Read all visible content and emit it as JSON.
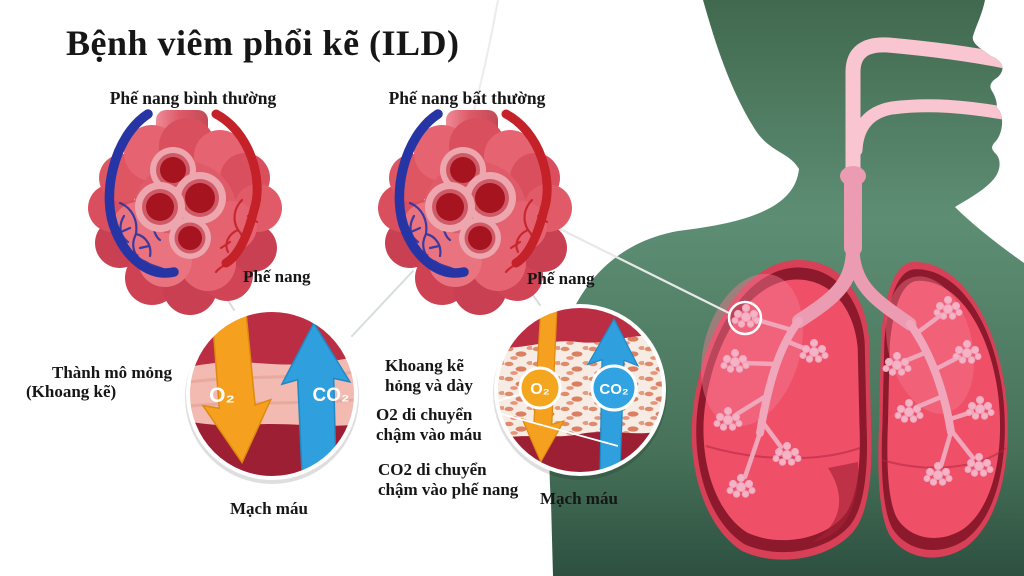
{
  "title": "Bệnh viêm phổi kẽ (ILD)",
  "normal_panel": {
    "heading": "Phế nang bình thường",
    "alveolus_label": "Phế nang",
    "wall_label_line1": "Thành mô mỏng",
    "wall_label_line2": "(Khoang kẽ)",
    "vessel_label": "Mạch máu",
    "o2_label": "O₂",
    "co2_label": "CO₂"
  },
  "abnormal_panel": {
    "heading": "Phế nang bất thường",
    "alveolus_label": "Phế nang",
    "interstitium_note": "Khoang kẽ\nhỏng và dày",
    "o2_note": "O2 di chuyển\nchậm vào máu",
    "co2_note": "CO2 di chuyển\nchậm vào phế nang",
    "vessel_label": "Mạch máu",
    "o2_badge": "O₂",
    "co2_badge": "CO₂"
  },
  "colors": {
    "accent_orange": "#f5a11f",
    "accent_blue": "#2f9fdd",
    "crimson_band": "#bb2d43",
    "deep_red_band": "#9c1f33",
    "body_green": "#5c8d73",
    "lung_pink": "#ef5068",
    "airway_pink": "#f8c5d1",
    "vein_blue": "#2734a4",
    "artery_red": "#c52128"
  }
}
